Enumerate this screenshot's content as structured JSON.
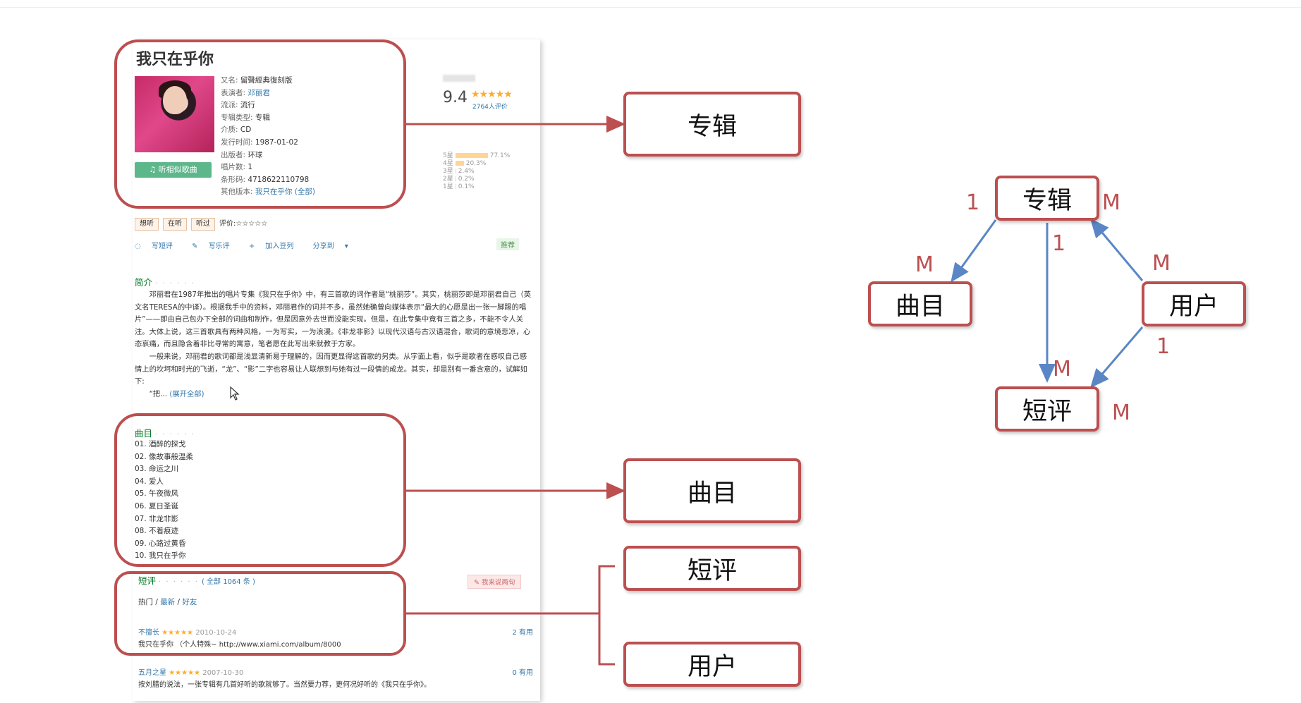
{
  "album": {
    "title": "我只在乎你",
    "listen_button": "♫ 听相似歌曲",
    "info": [
      {
        "k": "又名:",
        "v": "留聲經典復刻版",
        "link": false
      },
      {
        "k": "表演者:",
        "v": "邓丽君",
        "link": true
      },
      {
        "k": "流派:",
        "v": "流行",
        "link": false
      },
      {
        "k": "专辑类型:",
        "v": "专辑",
        "link": false
      },
      {
        "k": "介质:",
        "v": "CD",
        "link": false
      },
      {
        "k": "发行时间:",
        "v": "1987-01-02",
        "link": false
      },
      {
        "k": "出版者:",
        "v": "环球",
        "link": false
      },
      {
        "k": "唱片数:",
        "v": "1",
        "link": false
      },
      {
        "k": "条形码:",
        "v": "4718622110798",
        "link": false
      },
      {
        "k": "其他版本:",
        "v": "我只在乎你  (全部)",
        "link": true
      }
    ]
  },
  "rating": {
    "score": "9.4",
    "stars": "★★★★★",
    "count": "2764人评价",
    "distribution": [
      {
        "label": "5星",
        "pct": "77.1%",
        "value": 0.771
      },
      {
        "label": "4星",
        "pct": "20.3%",
        "value": 0.203
      },
      {
        "label": "3星",
        "pct": "2.4%",
        "value": 0.024
      },
      {
        "label": "2星",
        "pct": "0.2%",
        "value": 0.002
      },
      {
        "label": "1星",
        "pct": "0.1%",
        "value": 0.001
      }
    ]
  },
  "actions": {
    "want": "想听",
    "listening": "在听",
    "listened": "听过",
    "rate_label": "评价:",
    "rate_stars": "☆☆☆☆☆",
    "write_short": "写短评",
    "write_review": "写乐评",
    "add_doulist": "加入豆列",
    "share": "分享到",
    "recommend": "推荐"
  },
  "intro": {
    "heading": "简介",
    "dots": "· · · · · ·",
    "p1": "邓丽君在1987年推出的唱片专集《我只在乎你》中，有三首歌的词作者是“桃丽莎”。其实，桃丽莎即是邓丽君自己（英文名TERESA的中译）。根据我手中的资料，邓丽君作的词并不多，虽然她确曾向媒体表示“最大的心愿是出一张一脚踢的唱片”——即由自己包办下全部的词曲和制作，但是因意外去世而没能实现。但是，在此专集中竟有三首之多，不能不令人关注。大体上说，这三首歌具有两种风格，一为写实，一为浪漫。《非龙非影》以现代汉语与古汉语混合，歌词的意境悲凉，心态哀痛，而且隐含着非比寻常的寓意，笔者愿在此写出来就教于方家。",
    "p2": "一般来说，邓丽君的歌词都是浅显清新易于理解的，因而更显得这首歌的另类。从字面上看，似乎是歌者在感叹自己感情上的坎坷和时光的飞逝，“龙”、“影”二字也容易让人联想到与她有过一段情的成龙。其实，却是别有一番含意的，试解如下:",
    "p3": "“把...",
    "expand": "(展开全部)"
  },
  "tracks": {
    "heading": "曲目",
    "dots": "· · · · · ·",
    "items": [
      "01. 酒醉的探戈",
      "02. 像故事般温柔",
      "03. 命运之川",
      "04. 爱人",
      "05. 午夜微风",
      "06. 夏日圣诞",
      "07. 非龙非影",
      "08. 不着痕迹",
      "09. 心路过黄昏",
      "10. 我只在乎你"
    ]
  },
  "reviews": {
    "heading": "短评",
    "dots": "· · · · · ·",
    "all": "( 全部 1064 条 )",
    "write": "✎ 我来说两句",
    "tab_hot": "热门",
    "tab_new": "最新",
    "tab_friends": "好友",
    "sep": " / ",
    "items": [
      {
        "user": "不擅长",
        "stars": "★★★★★",
        "date": "2010-10-24",
        "useful": "2 有用",
        "body": "我只在乎你 （个人特殊~ http://www.xiami.com/album/8000"
      },
      {
        "user": "五月之星",
        "stars": "★★★★★",
        "date": "2007-10-30",
        "useful": "0 有用",
        "body": "按刘腊的说法，一张专辑有几首好听的歌就够了。当然要力荐，更何况好听的《我只在乎你》。"
      }
    ]
  },
  "mapping": {
    "album": "专辑",
    "tracks": "曲目",
    "short_review": "短评",
    "user": "用户"
  },
  "er": {
    "album": "专辑",
    "tracks": "曲目",
    "user": "用户",
    "short_review": "短评",
    "c_album_left": "1",
    "c_album_right": "M",
    "c_album_down": "1",
    "c_tracks": "M",
    "c_user_top": "M",
    "c_user_bottom": "1",
    "c_review_top": "M",
    "c_review_right": "M"
  },
  "colors": {
    "accent": "#bc4f50",
    "arrow": "#5b86c5",
    "link": "#3377aa",
    "green": "#007722"
  }
}
